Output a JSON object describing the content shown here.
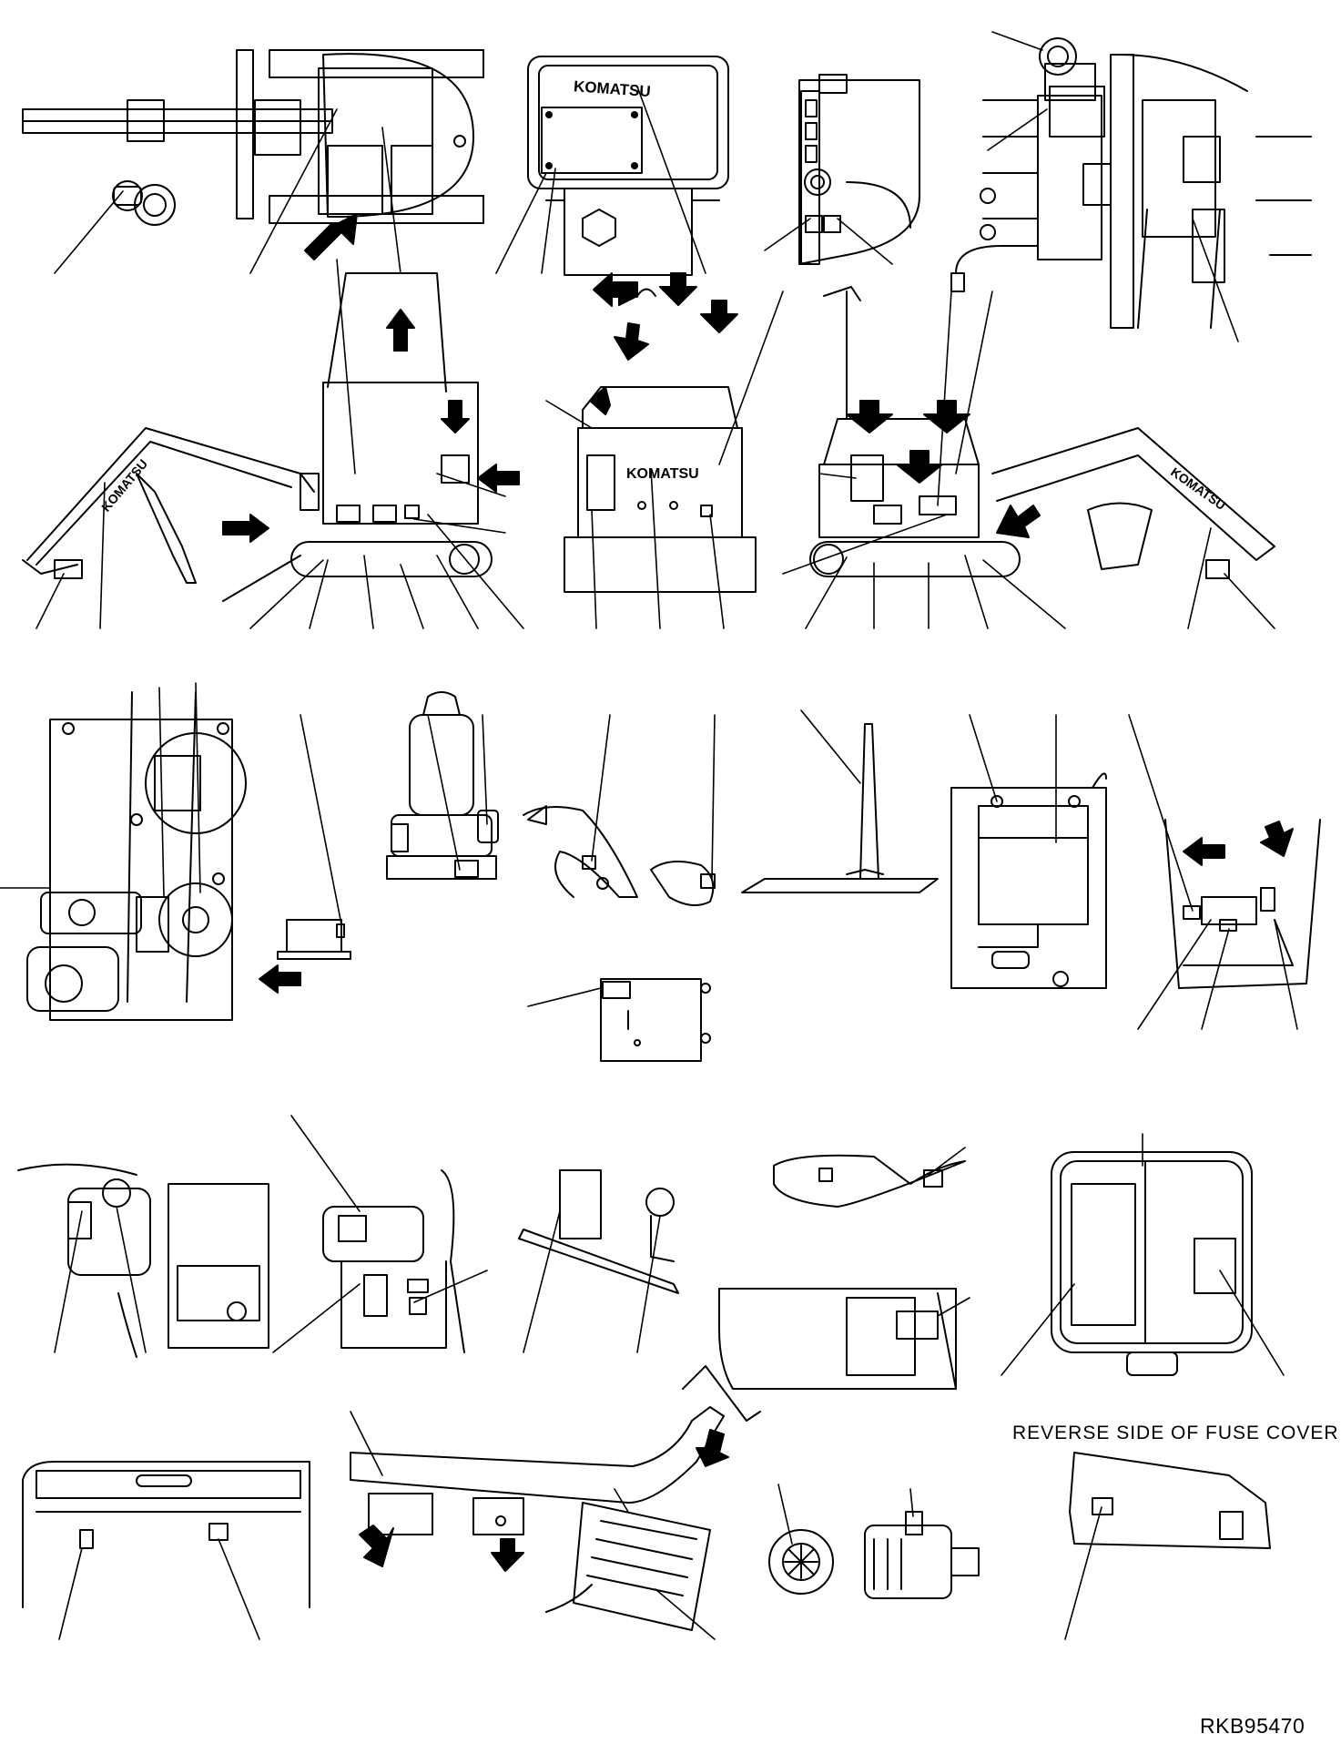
{
  "diagram": {
    "caption_fuse_cover": "REVERSE SIDE OF FUSE COVER",
    "drawing_code": "RKB95470",
    "brand_marks": [
      "KOMATSU",
      "KOMATSU",
      "KOMATSU",
      "KOMATSU"
    ],
    "colors": {
      "ink": "#000000",
      "paper": "#ffffff"
    }
  }
}
